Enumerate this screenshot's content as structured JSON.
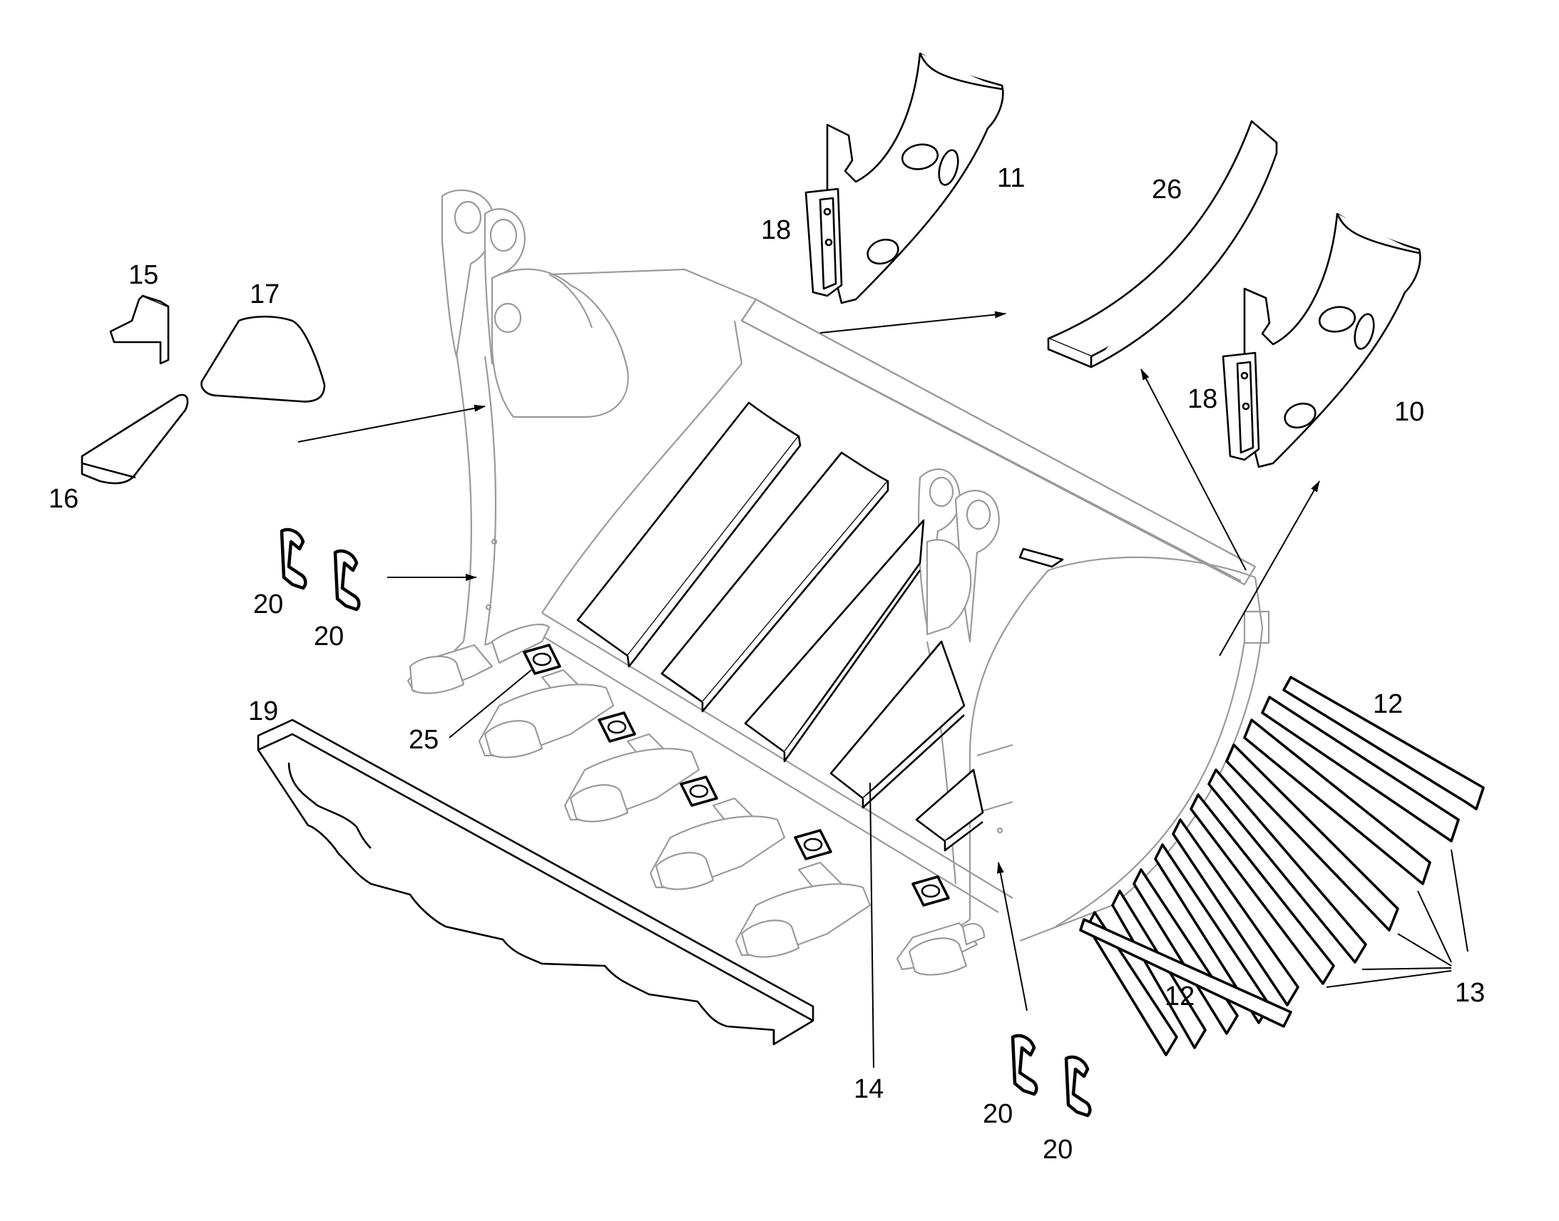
{
  "labels": {
    "p10": "10",
    "p11": "11",
    "p12a": "12",
    "p12b": "12",
    "p13": "13",
    "p14": "14",
    "p15": "15",
    "p16": "16",
    "p17": "17",
    "p18a": "18",
    "p18b": "18",
    "p19": "19",
    "p20a": "20",
    "p20b": "20",
    "p20c": "20",
    "p20d": "20",
    "p25": "25",
    "p26": "26"
  },
  "colors": {
    "line": "#000000",
    "ghost_line": "#9a9a9a",
    "background": "#ffffff"
  }
}
